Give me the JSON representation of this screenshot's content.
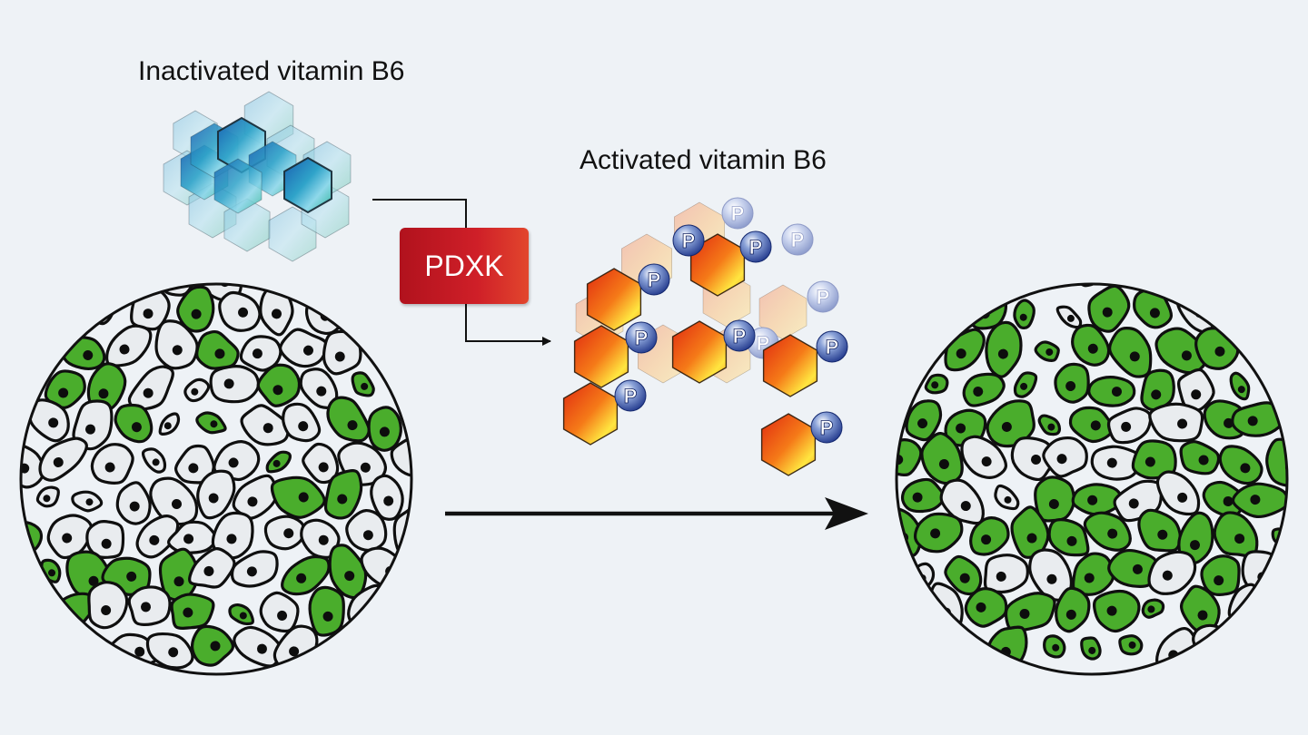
{
  "labels": {
    "inactive": "Inactivated vitamin B6",
    "active": "Activated vitamin B6",
    "enzyme": "PDXK",
    "phosphate": "P"
  },
  "colors": {
    "background": "#eef2f6",
    "positive_cell": "#4aad2c",
    "negative_cell": "#e9ecef",
    "cell_outline": "#0f0f0f",
    "inactive_hexagon": "#2f9fc2",
    "active_hexagon_start": "#e23a12",
    "active_hexagon_end": "#ffe640",
    "enzyme": "#cc1f28",
    "phosphate": "#243f96"
  },
  "icons": [
    "inactive-vitamin-b6-hexagon",
    "active-vitamin-b6-hexagon",
    "phosphate-group",
    "cell",
    "nucleus",
    "arrow"
  ]
}
